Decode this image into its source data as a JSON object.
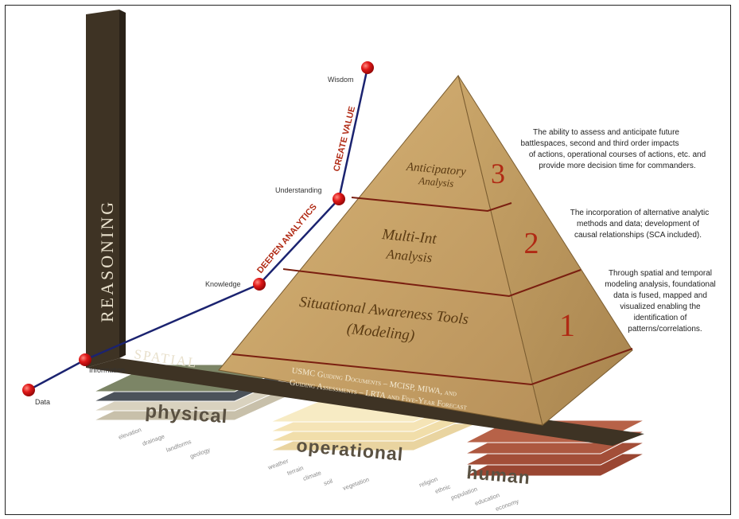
{
  "axes": {
    "vertical": "REASONING",
    "horizontal": "SPATIAL"
  },
  "dikw": {
    "points": [
      {
        "label": "Data"
      },
      {
        "label": "Information"
      },
      {
        "label": "Knowledge"
      },
      {
        "label": "Understanding"
      },
      {
        "label": "Wisdom"
      }
    ],
    "segment_labels": {
      "deepen": "DEEPEN ANALYTICS",
      "create": "CREATE VALUE"
    }
  },
  "pyramid": {
    "level3": {
      "title_line1": "Anticipatory",
      "title_line2": "Analysis",
      "number": "3",
      "description": [
        "The ability to assess and anticipate future",
        "battlespaces, second and third order impacts",
        "of actions, operational courses of actions, etc. and",
        "provide more decision time for commanders."
      ]
    },
    "level2": {
      "title_line1": "Multi-Int",
      "title_line2": "Analysis",
      "number": "2",
      "description": [
        "The incorporation of alternative analytic",
        "methods and data; development of",
        "causal relationships (SCA included)."
      ]
    },
    "level1": {
      "title_line1": "Situational Awareness Tools",
      "title_line2": "(Modeling)",
      "number": "1",
      "description": [
        "Through spatial and temporal",
        "modeling analysis, foundational",
        "data is fused, mapped and",
        "visualized enabling the",
        "identification of",
        "patterns/correlations."
      ]
    },
    "base": {
      "line1": "USMC Guiding Documents – MCISP, MIWA, and",
      "line2": "Guiding Assessments – LRTA and Five-Year Forecast"
    }
  },
  "layers": {
    "physical": {
      "label": "physical",
      "items": [
        "elevation",
        "drainage",
        "landforms",
        "geology"
      ]
    },
    "operational": {
      "label": "operational",
      "items": [
        "weather",
        "terrain",
        "climate",
        "soil",
        "vegetation"
      ]
    },
    "human": {
      "label": "human",
      "items": [
        "religion",
        "ethnic",
        "population",
        "education",
        "economy"
      ]
    }
  },
  "colors": {
    "pyramid_left": "#c8a464",
    "pyramid_right": "#b8925a",
    "band_line": "#7a1f10",
    "dark_bar": "#3e3324",
    "dikw_line": "#1b2370",
    "dikw_dot": "#e01818",
    "accent_red": "#b02a14"
  }
}
